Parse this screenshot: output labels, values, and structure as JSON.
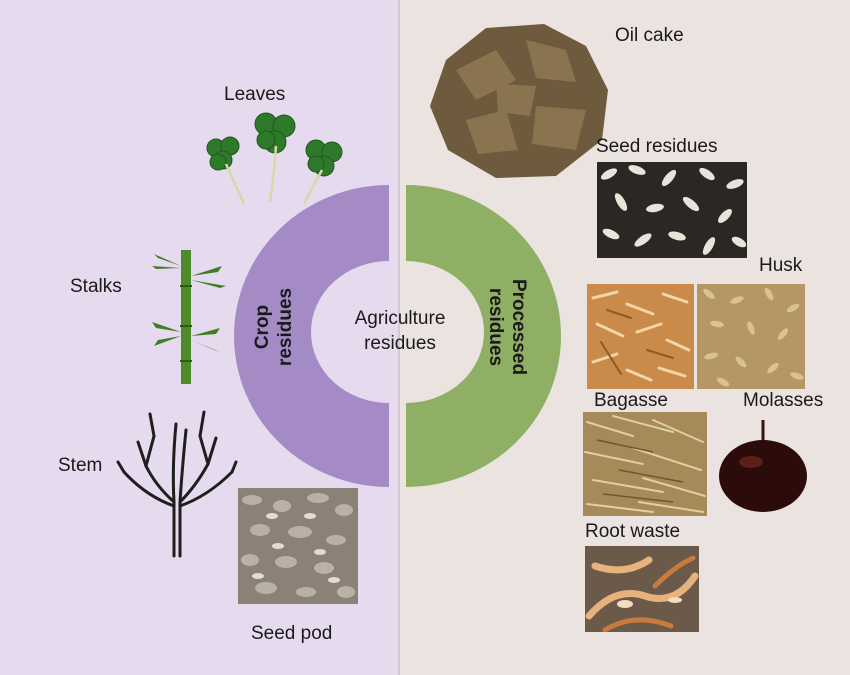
{
  "center": {
    "line1": "Agriculture",
    "line2": "residues"
  },
  "crop": {
    "line1": "Crop",
    "line2": "residues",
    "color": "#a58bc6"
  },
  "processed": {
    "line1": "Processed",
    "line2": "residues",
    "color": "#8fb064"
  },
  "background": {
    "left": "#e6daee",
    "right": "#ebe3df"
  },
  "crop_items": {
    "leaves": "Leaves",
    "stalks": "Stalks",
    "stem": "Stem",
    "seed_pod": "Seed pod"
  },
  "processed_items": {
    "oil_cake": "Oil cake",
    "seed_residues": "Seed residues",
    "husk": "Husk",
    "bagasse": "Bagasse",
    "molasses": "Molasses",
    "root_waste": "Root waste"
  }
}
